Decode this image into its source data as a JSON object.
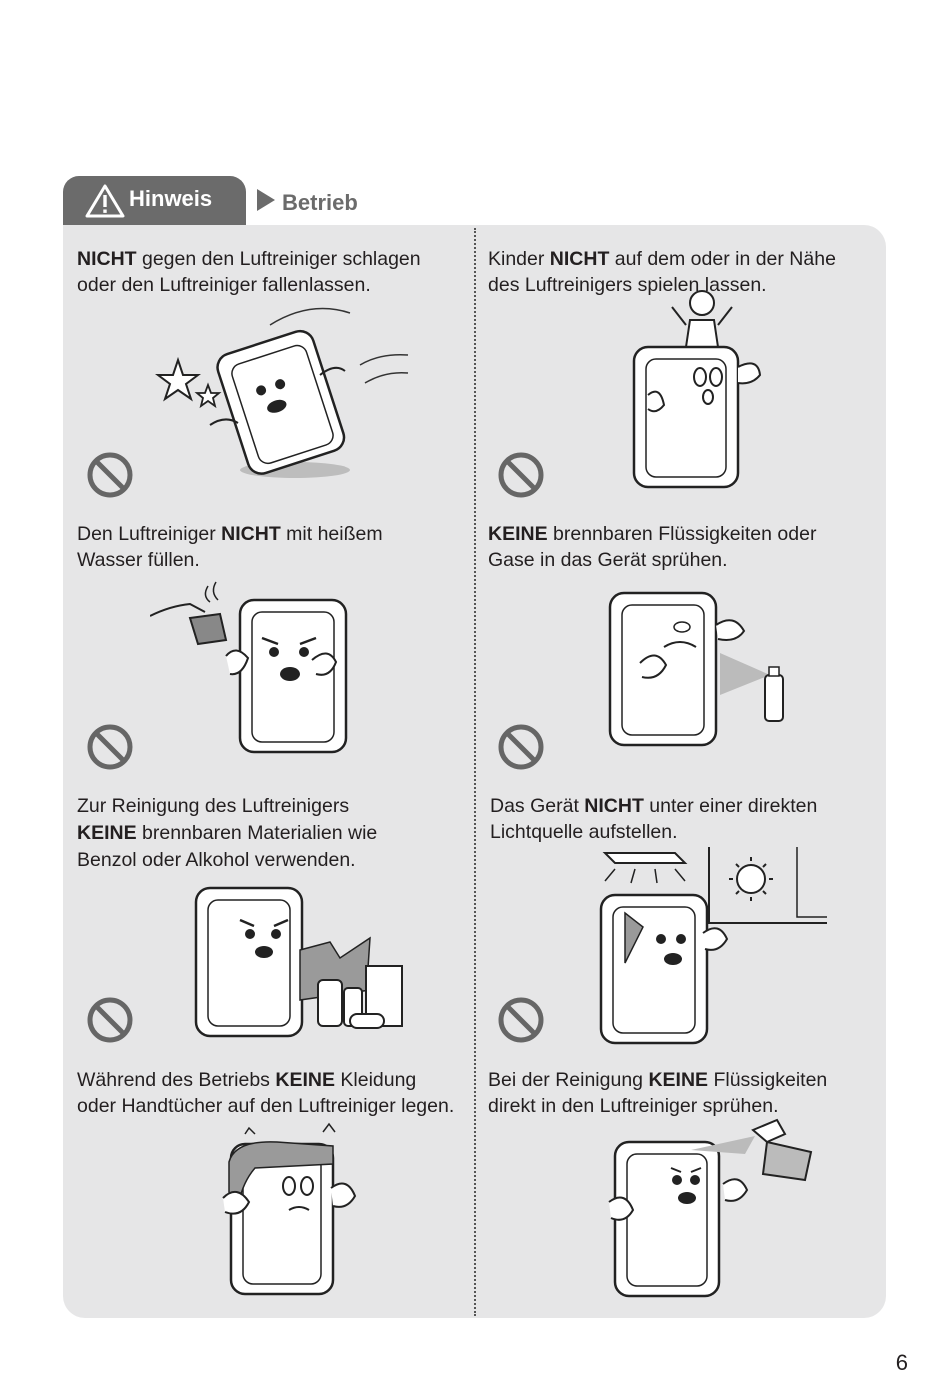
{
  "header": {
    "tab_label": "Hinweis",
    "breadcrumb": "Betrieb"
  },
  "items": [
    {
      "pre": "",
      "bold": "NICHT",
      "post": " gegen den Luftreiniger schlagen\noder den Luftreiniger fallenlassen."
    },
    {
      "pre": "Kinder ",
      "bold": "NICHT",
      "post": " auf dem oder in der Nähe\ndes Luftreinigers spielen lassen."
    },
    {
      "pre": "Den Luftreiniger ",
      "bold": "NICHT",
      "post": " mit heißem\nWasser füllen."
    },
    {
      "pre": "",
      "bold": "KEINE",
      "post": " brennbaren Flüssigkeiten oder\nGase in das Gerät sprühen."
    },
    {
      "pre": "Zur Reinigung des Luftreinigers\n",
      "bold": "KEINE",
      "post": " brennbaren Materialien wie\nBenzol oder Alkohol verwenden."
    },
    {
      "pre": "Das Gerät ",
      "bold": "NICHT",
      "post": " unter einer direkten\nLichtquelle aufstellen."
    },
    {
      "pre": "Während des Betriebs ",
      "bold": "KEINE",
      "post": " Kleidung\noder Handtücher auf den Luftreiniger legen."
    },
    {
      "pre": "Bei der Reinigung ",
      "bold": "KEINE",
      "post": " Flüssigkeiten\ndirekt in den Luftreiniger sprühen."
    }
  ],
  "icons": {
    "warning": "warning-triangle-icon",
    "prohibited": "prohibited-icon",
    "breadcrumb_arrow": "triangle-right-icon"
  },
  "colors": {
    "tab": "#6b6b6b",
    "panel": "#e6e6e7",
    "text": "#231f20"
  },
  "page_number": "6"
}
